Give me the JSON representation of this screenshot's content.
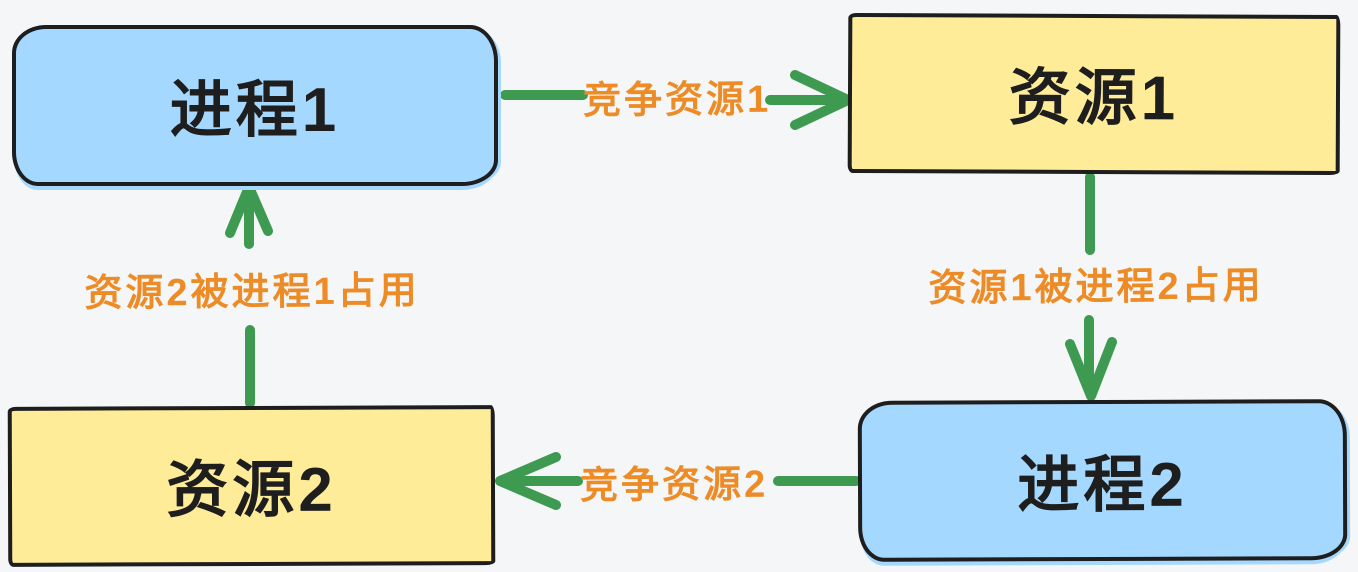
{
  "diagram": {
    "type": "deadlock-cycle",
    "background_color": "#f4f6f8",
    "colors": {
      "process_fill": "#a5d8ff",
      "resource_fill": "#ffec99",
      "node_border": "#1e1e1e",
      "node_text": "#1e1e1e",
      "arrow": "#3d9a50",
      "edge_label_text": "#ed8c26"
    },
    "nodes": [
      {
        "id": "process1",
        "label": "进程1",
        "shape": "rounded-rect",
        "fill": "blue",
        "position": "top-left"
      },
      {
        "id": "resource1",
        "label": "资源1",
        "shape": "rect",
        "fill": "yellow",
        "position": "top-right"
      },
      {
        "id": "resource2",
        "label": "资源2",
        "shape": "rect",
        "fill": "yellow",
        "position": "bottom-left"
      },
      {
        "id": "process2",
        "label": "进程2",
        "shape": "rounded-rect",
        "fill": "blue",
        "position": "bottom-right"
      }
    ],
    "edges": [
      {
        "from": "process1",
        "to": "resource1",
        "label": "竞争资源1",
        "direction": "right"
      },
      {
        "from": "resource1",
        "to": "process2",
        "label": "资源1被进程2占用",
        "direction": "down"
      },
      {
        "from": "process2",
        "to": "resource2",
        "label": "竞争资源2",
        "direction": "left"
      },
      {
        "from": "resource2",
        "to": "process1",
        "label": "资源2被进程1占用",
        "direction": "up"
      }
    ]
  }
}
